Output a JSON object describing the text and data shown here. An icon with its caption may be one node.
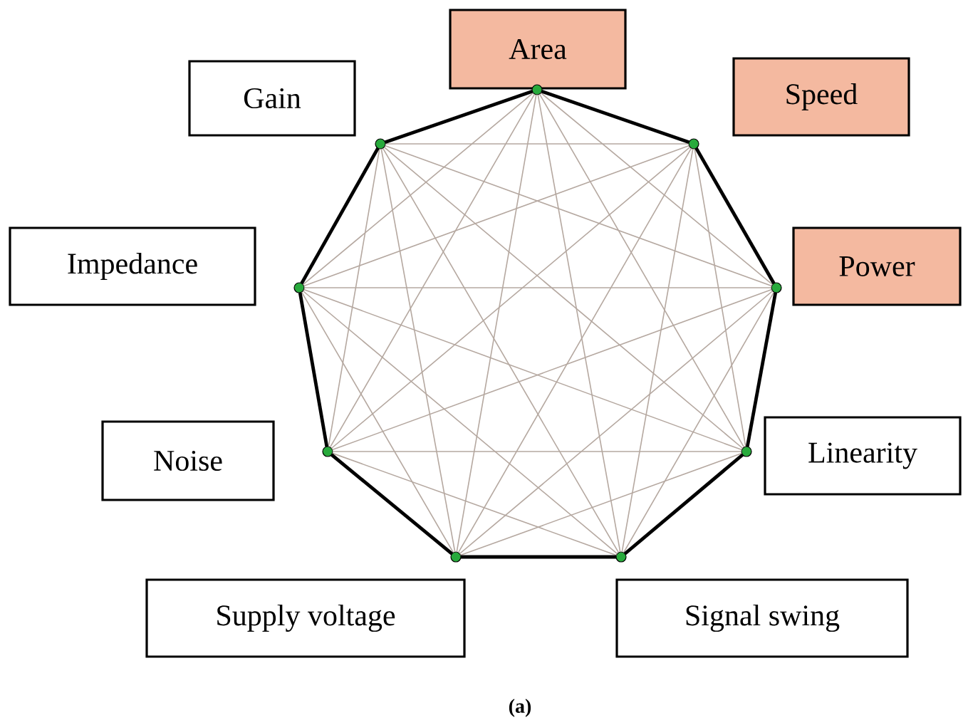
{
  "diagram": {
    "caption": "(a)",
    "nodes": [
      {
        "text": [
          "Area"
        ]
      },
      {
        "text": [
          "Gain"
        ]
      },
      {
        "text": [
          "Speed"
        ]
      },
      {
        "text": [
          "Impedance"
        ]
      },
      {
        "text": [
          "Power"
        ]
      },
      {
        "text": [
          "Noise"
        ]
      },
      {
        "text": [
          "Linearity"
        ]
      },
      {
        "text": [
          "Supply voltage"
        ]
      },
      {
        "text": [
          "Signal swing"
        ]
      },
      {
        "text": [],
        "shape": "circle"
      },
      {
        "text": [],
        "shape": "circle"
      },
      {
        "text": [],
        "shape": "circle"
      },
      {
        "text": [],
        "shape": "circle"
      },
      {
        "text": [],
        "shape": "circle"
      },
      {
        "text": [],
        "shape": "circle"
      },
      {
        "text": [],
        "shape": "circle"
      },
      {
        "text": [],
        "shape": "circle"
      },
      {
        "text": [],
        "shape": "circle"
      }
    ],
    "edges": [
      {
        "from": 9,
        "to": 11,
        "arrow": "none",
        "style": "thick",
        "color": "#000000"
      },
      {
        "from": 11,
        "to": 13,
        "arrow": "none",
        "style": "thick",
        "color": "#000000"
      },
      {
        "from": 13,
        "to": 15,
        "arrow": "none",
        "style": "thick",
        "color": "#000000"
      },
      {
        "from": 15,
        "to": 17,
        "arrow": "none",
        "style": "thick",
        "color": "#000000"
      },
      {
        "from": 17,
        "to": 16,
        "arrow": "none",
        "style": "thick",
        "color": "#000000"
      },
      {
        "from": 16,
        "to": 14,
        "arrow": "none",
        "style": "thick",
        "color": "#000000"
      },
      {
        "from": 14,
        "to": 12,
        "arrow": "none",
        "style": "thick",
        "color": "#000000"
      },
      {
        "from": 12,
        "to": 10,
        "arrow": "none",
        "style": "thick",
        "color": "#000000"
      },
      {
        "from": 10,
        "to": 9,
        "arrow": "none",
        "style": "thick",
        "color": "#000000"
      },
      {
        "from": 9,
        "to": 13,
        "arrow": "none"
      },
      {
        "from": 9,
        "to": 15,
        "arrow": "none"
      },
      {
        "from": 9,
        "to": 17,
        "arrow": "none"
      },
      {
        "from": 9,
        "to": 16,
        "arrow": "none"
      },
      {
        "from": 9,
        "to": 14,
        "arrow": "none"
      },
      {
        "from": 9,
        "to": 12,
        "arrow": "none"
      },
      {
        "from": 11,
        "to": 15,
        "arrow": "none"
      },
      {
        "from": 11,
        "to": 17,
        "arrow": "none"
      },
      {
        "from": 11,
        "to": 16,
        "arrow": "none"
      },
      {
        "from": 11,
        "to": 14,
        "arrow": "none"
      },
      {
        "from": 11,
        "to": 12,
        "arrow": "none"
      },
      {
        "from": 11,
        "to": 10,
        "arrow": "none"
      },
      {
        "from": 13,
        "to": 17,
        "arrow": "none"
      },
      {
        "from": 13,
        "to": 16,
        "arrow": "none"
      },
      {
        "from": 13,
        "to": 14,
        "arrow": "none"
      },
      {
        "from": 13,
        "to": 12,
        "arrow": "none"
      },
      {
        "from": 13,
        "to": 10,
        "arrow": "none"
      },
      {
        "from": 15,
        "to": 16,
        "arrow": "none"
      },
      {
        "from": 15,
        "to": 14,
        "arrow": "none"
      },
      {
        "from": 15,
        "to": 12,
        "arrow": "none"
      },
      {
        "from": 15,
        "to": 10,
        "arrow": "none"
      },
      {
        "from": 17,
        "to": 14,
        "arrow": "none"
      },
      {
        "from": 17,
        "to": 12,
        "arrow": "none"
      },
      {
        "from": 17,
        "to": 10,
        "arrow": "none"
      },
      {
        "from": 16,
        "to": 12,
        "arrow": "none"
      },
      {
        "from": 16,
        "to": 10,
        "arrow": "none"
      },
      {
        "from": 14,
        "to": 10,
        "arrow": "none"
      }
    ]
  }
}
